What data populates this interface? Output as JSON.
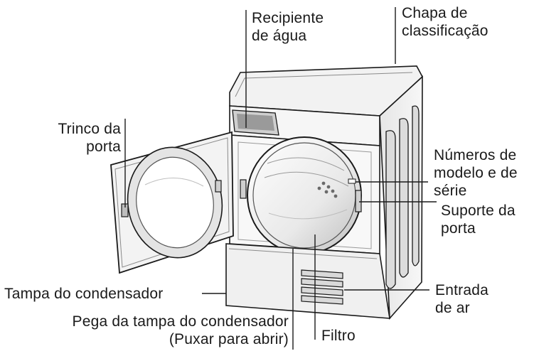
{
  "labels": {
    "recipiente": [
      "Recipiente",
      "de água"
    ],
    "chapa": [
      "Chapa de",
      "classificação"
    ],
    "trinco": [
      "Trinco da",
      "porta"
    ],
    "numeros": [
      "Números de",
      "modelo e de",
      "série"
    ],
    "suporte": [
      "Suporte da",
      "porta"
    ],
    "tampa": [
      "Tampa do condensador"
    ],
    "entrada": [
      "Entrada",
      "de ar"
    ],
    "pega": [
      "Pega da tampa do condensador",
      "(Puxar para abrir)"
    ],
    "filtro": [
      "Filtro"
    ]
  },
  "colors": {
    "line": "#1a1a1a",
    "body_fill": "#f4f4f4",
    "shade": "#d6d6d6",
    "dark": "#8a8a8a"
  }
}
